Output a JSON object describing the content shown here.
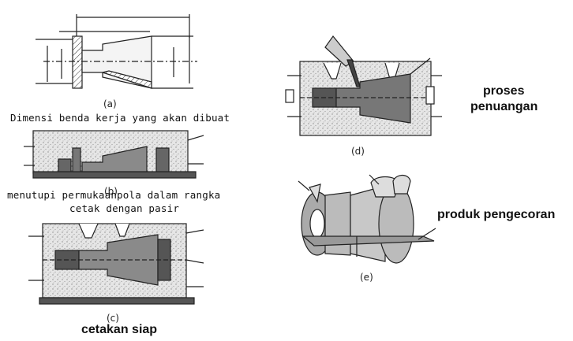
{
  "captions": {
    "a": "(a)",
    "b": "(b)",
    "c": "(c)",
    "d": "(d)",
    "e": "(e)"
  },
  "labels": {
    "dimensions": "Dimensi benda kerja yang akan dibuat",
    "cover_line1": "menutupi permukaanpola dalam rangka",
    "cover_line2": "cetak dengan pasir",
    "mold_ready": "cetakan siap",
    "pouring_line1": "proses",
    "pouring_line2": "penuangan",
    "casting_product": "produk pengecoran"
  }
}
